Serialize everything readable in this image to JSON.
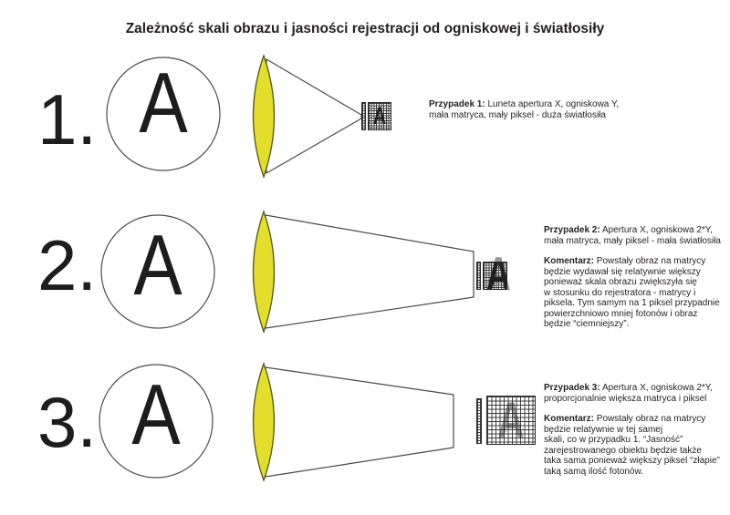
{
  "title": "Zależność skali obrazu i jasności rejestracji od ogniskowej i światłosiły",
  "colors": {
    "lens_fill": "#e3dd2b",
    "image_gray": "#989898",
    "image_dark": "#1f1f1f",
    "ink": "#231f20"
  },
  "rows": [
    {
      "number": "1.",
      "letter": "A",
      "case": {
        "label": "Przypadek 1:",
        "text": "Luneta apertura X, ogniskowa Y,\nmała matryca, mały piksel - duża światłosiła"
      }
    },
    {
      "number": "2.",
      "letter": "A",
      "case": {
        "label": "Przypadek 2:",
        "text": "Apertura X, ogniskowa 2*Y,\nmała matryca, mały piksel - mała światłosiła"
      },
      "comment": {
        "label": "Komentarz:",
        "text": "Powstały obraz na matrycy\nbędzie wydawał się relatywnie większy\nponieważ skala obrazu zwiększyła się\nw stosunku do rejestratora - matrycy i\npiksela. Tym samym na 1 piksel przypadnie\npowierzchniowo mniej fotonów i obraz\nbędzie “ciemniejszy”."
      }
    },
    {
      "number": "3.",
      "letter": "A",
      "case": {
        "label": "Przypadek 3:",
        "text": "Apertura X, ogniskowa 2*Y,\nproporcjonalnie większa matryca i piksel"
      },
      "comment": {
        "label": "Komentarz:",
        "text": "Powstały obraz na matrycy\nbędzie relatywnie w tej samej\nskali, co w przypadku 1. “Jasność”\nzarejestrowanego obiektu będzie także\ntaka sama ponieważ większy piksel “złapie”\ntaką samą ilość fotonów."
      }
    }
  ]
}
